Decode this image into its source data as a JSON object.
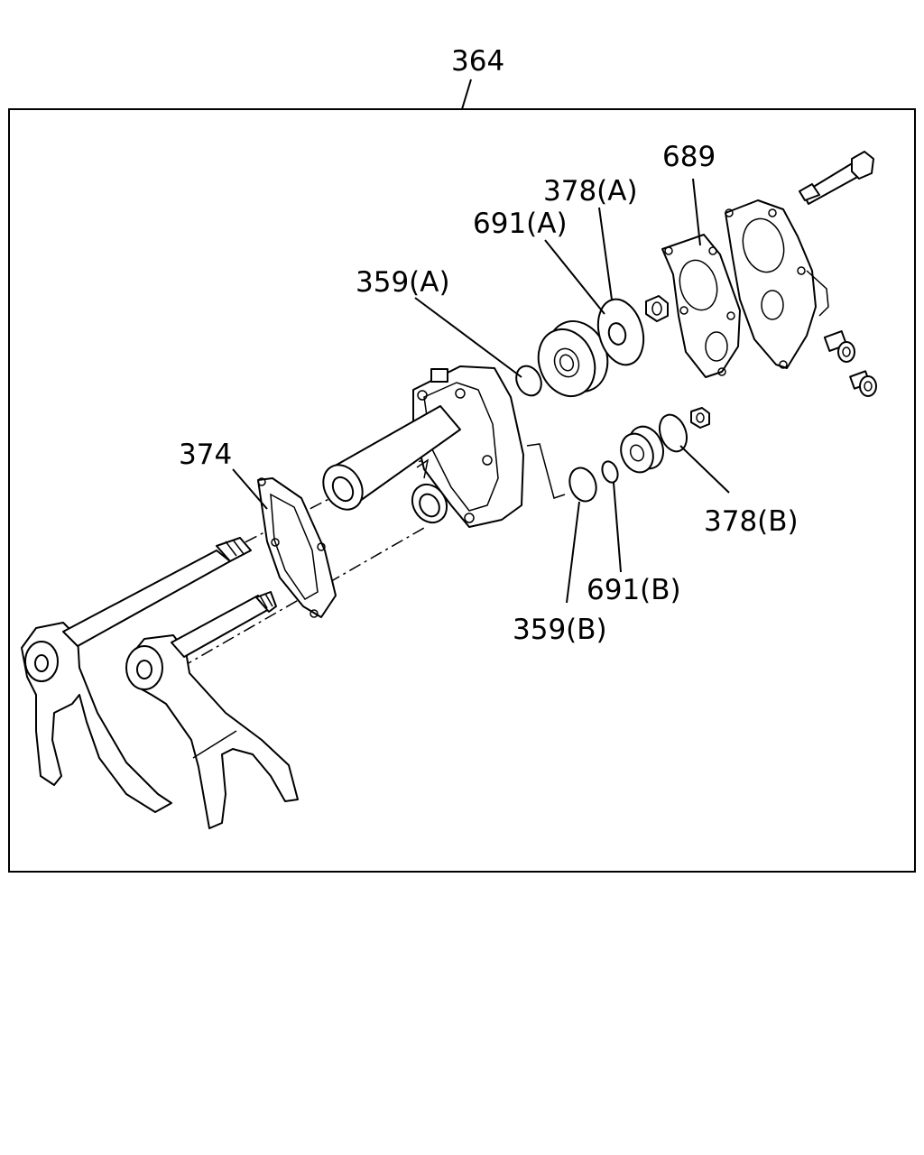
{
  "diagram": {
    "assembly_label": "364",
    "callouts": {
      "c689": "689",
      "c378a": "378(A)",
      "c691a": "691(A)",
      "c359a": "359(A)",
      "c374": "374",
      "c378b": "378(B)",
      "c691b": "691(B)",
      "c359b": "359(B)"
    }
  }
}
